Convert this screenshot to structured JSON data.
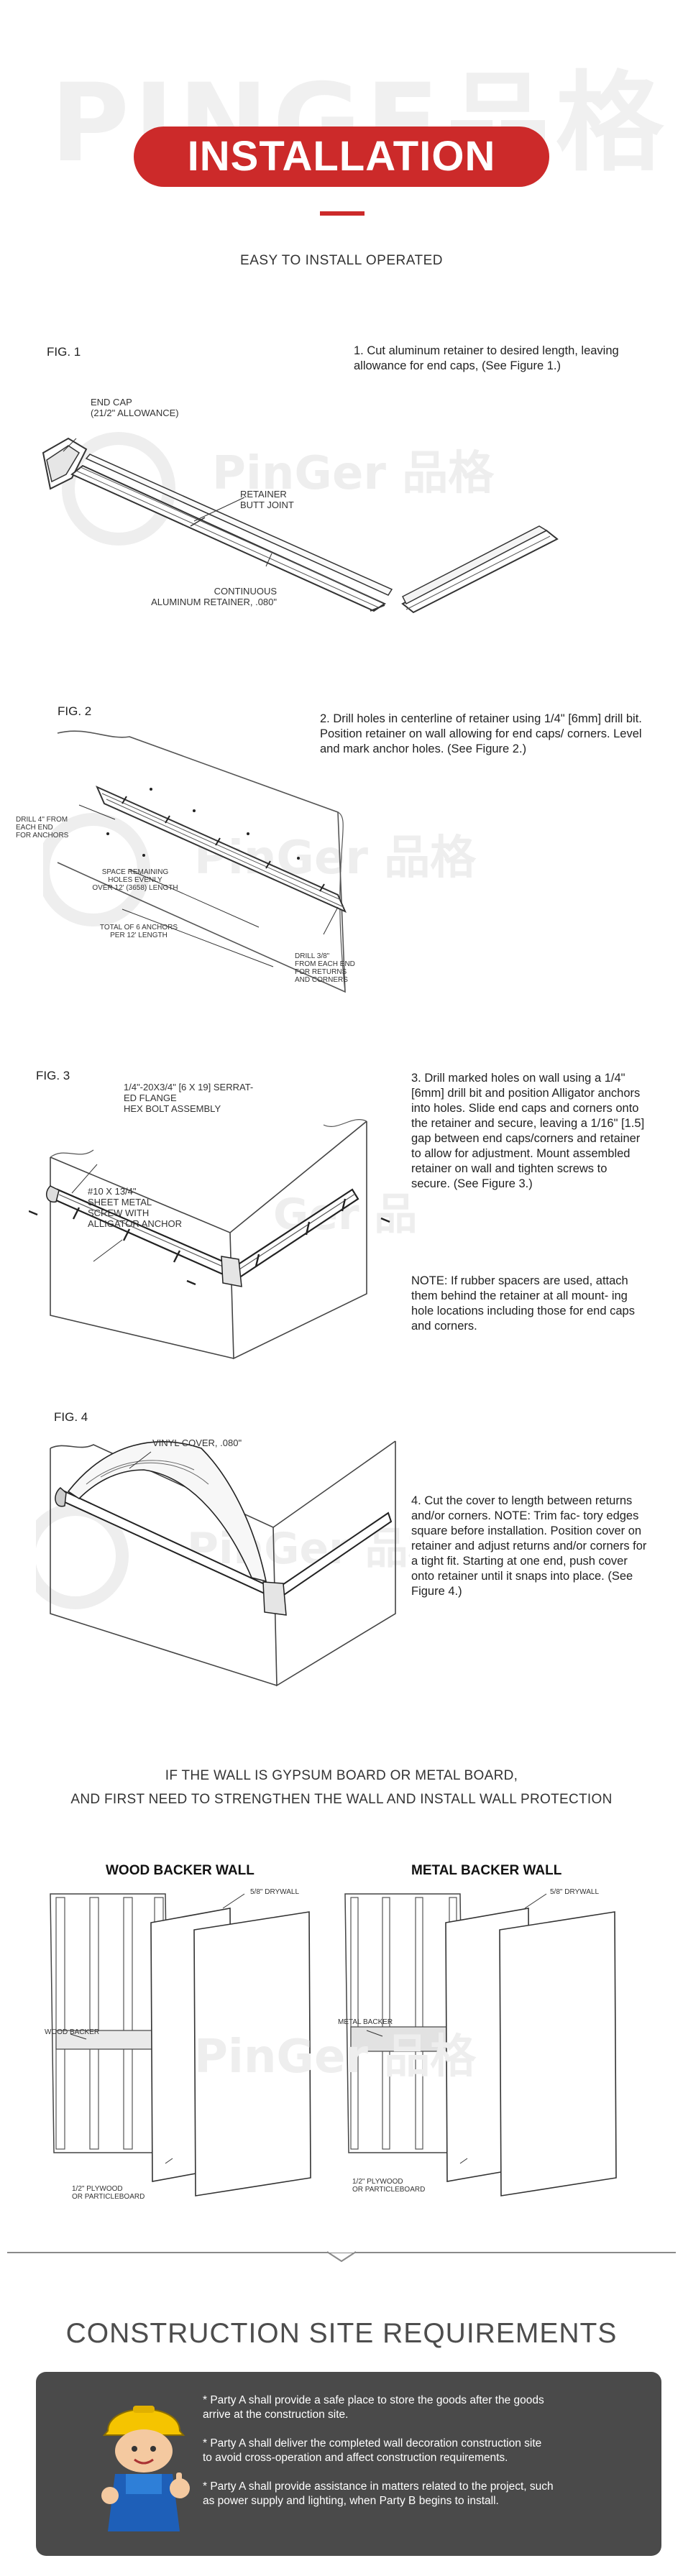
{
  "brand": {
    "watermark": "PINGE品格",
    "logo_watermark": "PinGer 品格"
  },
  "header": {
    "title": "INSTALLATION",
    "subtitle": "EASY TO INSTALL  OPERATED"
  },
  "figures": [
    {
      "label": "FIG. 1",
      "step": "1. Cut aluminum retainer to desired length, leaving allowance for end caps, (See Figure 1.)",
      "callouts": [
        "END CAP",
        "(21/2\" ALLOWANCE)",
        "RETAINER",
        "BUTT JOINT",
        "CONTINUOUS",
        "ALUMINUM RETAINER, .080\""
      ]
    },
    {
      "label": "FIG. 2",
      "step": "2. Drill holes in centerline of retainer using 1/4\" [6mm] drill bit. Position retainer on wall allowing for end caps/ corners. Level and mark anchor holes. (See Figure 2.)",
      "callouts": [
        "DRILL 4\" FROM",
        "EACH END",
        "FOR ANCHORS",
        "SPACE REMAINING",
        "HOLES EVENLY",
        "OVER 12' (3658) LENGTH",
        "TOTAL OF 6 ANCHORS",
        "PER 12' LENGTH",
        "DRILL 3/8\"",
        "FROM EACH END",
        "FOR RETURNS",
        "AND CORNERS"
      ]
    },
    {
      "label": "FIG. 3",
      "step": "3. Drill marked holes on wall using a 1/4\" [6mm] drill bit and position Alligator anchors into holes. Slide end caps and corners onto the retainer and secure, leaving a 1/16\" [1.5] gap between end caps/corners and retainer to allow for adjustment. Mount assembled retainer on wall and tighten screws to secure. (See Figure 3.)",
      "note": "NOTE: If rubber spacers are used, attach them behind the retainer at all mount- ing hole locations including those for end caps and corners.",
      "callouts": [
        "1/4\"-20X3/4\" [6 x 19] SERRAT-",
        "ED FLANGE",
        "HEX BOLT ASSEMBLY",
        "#10 x 13/4\"",
        "SHEET METAL",
        "SCREW WITH",
        "ALLIGATOR ANCHOR"
      ]
    },
    {
      "label": "FIG. 4",
      "step": "4. Cut the cover to length between returns and/or corners. NOTE: Trim fac- tory edges square before installation. Position cover on retainer and adjust returns and/or corners for a tight fit. Starting at one end, push cover onto retainer until it snaps into place. (See Figure 4.)",
      "callouts": [
        "VINYL COVER, .080\""
      ]
    }
  ],
  "wall_note": {
    "line1": "IF THE WALL IS GYPSUM BOARD OR METAL BOARD,",
    "line2": "AND FIRST NEED TO  STRENGTHEN THE WALL AND INSTALL WALL PROTECTION"
  },
  "wall_panels": [
    {
      "title": "WOOD BACKER WALL",
      "drywall": "5/8\" DRYWALL",
      "backer": "WOOD BACKER",
      "plywood": [
        "1/2\" PLYWOOD",
        "OR PARTICLEBOARD"
      ]
    },
    {
      "title": "METAL BACKER WALL",
      "drywall": "5/8\" DRYWALL",
      "backer": "METAL BACKER",
      "plywood": [
        "1/2\" PLYWOOD",
        "OR PARTICLEBOARD"
      ]
    }
  ],
  "construction": {
    "title": "CONSTRUCTION SITE REQUIREMENTS",
    "items": [
      "* Party A shall provide a safe place to store the goods after the goods",
      "   arrive at the construction site.",
      "* Party A shall deliver the completed wall decoration construction site",
      "   to avoid cross-operation and affect construction requirements.",
      "* Party A shall provide assistance in matters related to the project, such",
      "   as power supply and lighting, when Party B begins to install."
    ]
  },
  "colors": {
    "accent": "#cc2a2a",
    "dark_box": "#4a4a4a",
    "title_gray": "#4d4d4d"
  }
}
